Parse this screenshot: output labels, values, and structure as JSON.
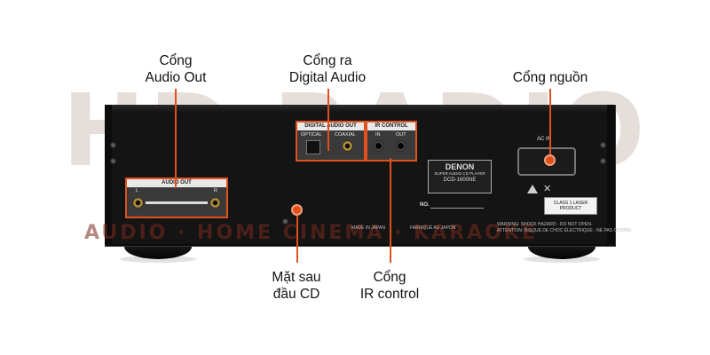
{
  "watermark": {
    "brand": "HD RADIO",
    "tagline": "AUDIO · HOME CINEMA · KARAOKE"
  },
  "callouts": {
    "audio_out": {
      "line1": "Cổng",
      "line2": "Audio Out"
    },
    "digital_audio": {
      "line1": "Cổng ra",
      "line2": "Digital Audio"
    },
    "power": {
      "line1": "Cổng nguồn"
    },
    "rear_panel": {
      "line1": "Mặt sau",
      "line2": "đầu CD"
    },
    "ir_control": {
      "line1": "Cổng",
      "line2": "IR control"
    }
  },
  "device": {
    "audio_out_panel": {
      "title": "AUDIO OUT",
      "left": "L",
      "right": "R"
    },
    "digital_panel": {
      "title": "DIGITAL AUDIO OUT",
      "optical": "OPTICAL",
      "coaxial": "COAXIAL"
    },
    "ir_panel": {
      "title": "IR CONTROL",
      "in": "IN",
      "out": "OUT"
    },
    "brand_plate": {
      "brand": "DENON",
      "subtitle": "SUPER AUDIO CD PLAYER",
      "model": "DCD-1600NE"
    },
    "ac_in": "AC IN",
    "no_label": "NO.",
    "made_in": "MADE IN JAPAN",
    "made_in_fr": "FABRIQUÉ AU JAPON",
    "warning_en": "WARNING: SHOCK HAZARD - DO NOT OPEN.",
    "warning_fr": "ATTENTION: RISQUE DE CHOC ÉLECTRIQUE - NE PAS OUVRIR.",
    "laser_label": "CLASS 1 LASER PRODUCT"
  },
  "colors": {
    "accent": "#e0501e",
    "device": "#141414",
    "watermark": "#e6dedb"
  }
}
